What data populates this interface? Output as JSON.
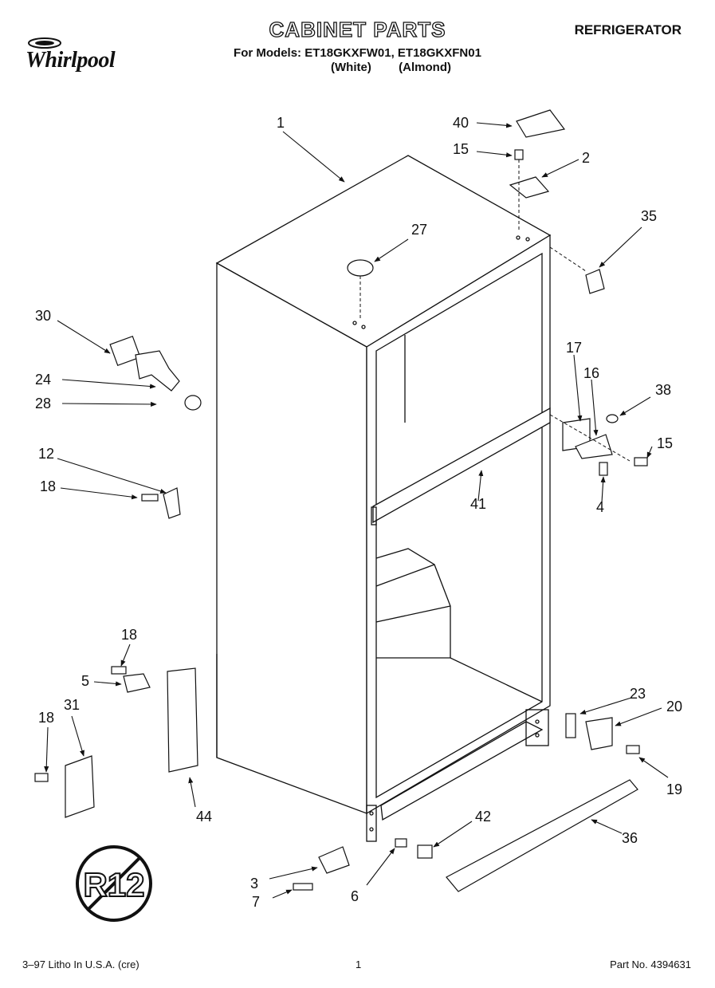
{
  "header": {
    "title": "CABINET PARTS",
    "models_line": "For Models: ET18GKXFW01, ET18GKXFN01",
    "variant_white": "(White)",
    "variant_almond": "(Almond)",
    "product": "REFRIGERATOR",
    "brand": "Whirlpool"
  },
  "badge": {
    "text": "R12"
  },
  "footer": {
    "litho": "3–97 Litho In U.S.A. (cre)",
    "page": "1",
    "part_no": "Part No. 4394631"
  },
  "callouts": [
    {
      "id": "1",
      "label": "1"
    },
    {
      "id": "40",
      "label": "40"
    },
    {
      "id": "15a",
      "label": "15"
    },
    {
      "id": "2",
      "label": "2"
    },
    {
      "id": "35",
      "label": "35"
    },
    {
      "id": "27",
      "label": "27"
    },
    {
      "id": "30",
      "label": "30"
    },
    {
      "id": "24",
      "label": "24"
    },
    {
      "id": "28",
      "label": "28"
    },
    {
      "id": "17",
      "label": "17"
    },
    {
      "id": "16",
      "label": "16"
    },
    {
      "id": "38",
      "label": "38"
    },
    {
      "id": "15b",
      "label": "15"
    },
    {
      "id": "12",
      "label": "12"
    },
    {
      "id": "18a",
      "label": "18"
    },
    {
      "id": "41",
      "label": "41"
    },
    {
      "id": "4",
      "label": "4"
    },
    {
      "id": "18b",
      "label": "18"
    },
    {
      "id": "5",
      "label": "5"
    },
    {
      "id": "23",
      "label": "23"
    },
    {
      "id": "20",
      "label": "20"
    },
    {
      "id": "18c",
      "label": "18"
    },
    {
      "id": "31",
      "label": "31"
    },
    {
      "id": "19",
      "label": "19"
    },
    {
      "id": "44",
      "label": "44"
    },
    {
      "id": "42",
      "label": "42"
    },
    {
      "id": "36",
      "label": "36"
    },
    {
      "id": "3",
      "label": "3"
    },
    {
      "id": "7",
      "label": "7"
    },
    {
      "id": "6",
      "label": "6"
    }
  ]
}
